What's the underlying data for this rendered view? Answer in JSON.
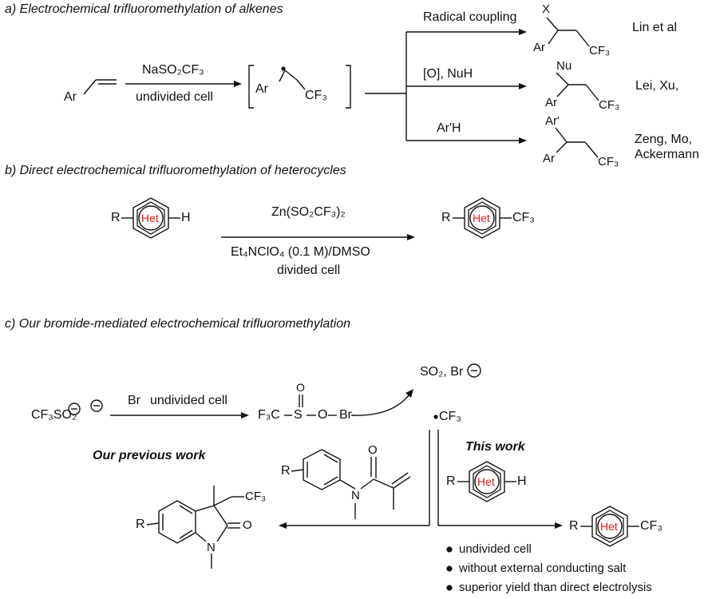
{
  "section_a": {
    "title": "a) Electrochemical trifluoromethylation of alkenes",
    "substrate": "Ar",
    "reagent": "NaSO₂CF₃",
    "condition": "undivided cell",
    "intermediate_ar": "Ar",
    "intermediate_cf3": "CF₃",
    "routes": [
      {
        "label": "Radical coupling",
        "product_top": "X",
        "product_ar": "Ar",
        "product_cf3": "CF₃",
        "ref": "Lin et al"
      },
      {
        "label": "[O], NuH",
        "product_top": "Nu",
        "product_ar": "Ar",
        "product_cf3": "CF₃",
        "ref": "Lei, Xu,"
      },
      {
        "label": "Ar'H",
        "product_top": "Ar'",
        "product_ar": "Ar",
        "product_cf3": "CF₃",
        "ref_line1": "Zeng, Mo,",
        "ref_line2": "Ackermann"
      }
    ]
  },
  "section_b": {
    "title": "b) Direct electrochemical trifluoromethylation of heterocycles",
    "sub_r": "R",
    "sub_h": "H",
    "het": "Het",
    "reagent": "Zn(SO₂CF₃)₂",
    "condition1": "Et₄NClO₄ (0.1 M)/DMSO",
    "condition2": "divided cell",
    "prod_r": "R",
    "prod_cf3": "CF₃"
  },
  "section_c": {
    "title": "c) Our bromide-mediated electrochemical trifluoromethylation",
    "start": "CF₃SO₂",
    "reagent": "Br",
    "condition": "undivided cell",
    "inter_f3c": "F₃C",
    "inter_s": "S",
    "inter_o_top": "O",
    "inter_o": "O",
    "inter_br": "Br",
    "byproduct": "SO₂, Br",
    "radical": "CF₃",
    "previous_work": "Our previous work",
    "this_work": "This work",
    "acrylamide_r": "R",
    "acrylamide_n": "N",
    "acrylamide_o": "O",
    "oxindole_r": "R",
    "oxindole_n": "N",
    "oxindole_o": "O",
    "oxindole_cf3": "CF₃",
    "het_r": "R",
    "het_h": "H",
    "het": "Het",
    "prod_r": "R",
    "prod_cf3": "CF₃",
    "bullets": [
      "undivided cell",
      "without external conducting salt",
      "superior yield than direct electrolysis"
    ]
  }
}
